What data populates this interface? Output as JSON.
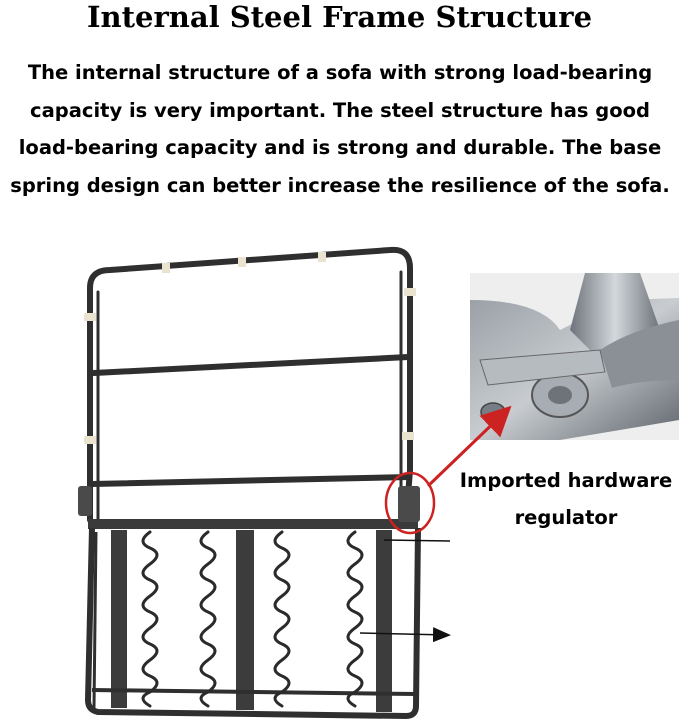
{
  "heading": {
    "title": "Internal Steel Frame Structure"
  },
  "description": {
    "lines": [
      "The internal structure of a sofa with strong load-bearing",
      "capacity is very important. The steel structure has good",
      "load-bearing capacity and is strong and durable. The base",
      "spring design can better increase the resilience of the sofa."
    ]
  },
  "callout": {
    "lines": [
      "Imported hardware",
      "regulator"
    ]
  },
  "colors": {
    "steel": "#2f2f2f",
    "highlight": "#cc2222",
    "tape": "#e9e3cf",
    "metal_light": "#c8ccd0",
    "metal_dark": "#6d737a"
  }
}
